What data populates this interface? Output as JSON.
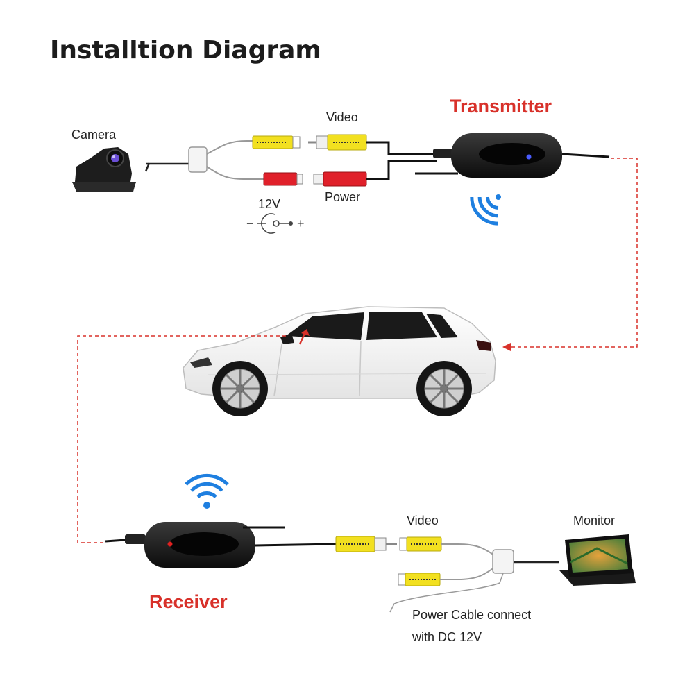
{
  "title": "Installtion Diagram",
  "labels": {
    "camera": "Camera",
    "video_top": "Video",
    "power": "Power",
    "voltage": "12V",
    "minus": "−",
    "plus": "+",
    "transmitter": "Transmitter",
    "receiver": "Receiver",
    "video_bottom": "Video",
    "monitor": "Monitor",
    "power_cable_line1": "Power Cable connect",
    "power_cable_line2": "with DC 12V"
  },
  "colors": {
    "accent_red": "#d8312a",
    "signal_blue": "#1e7fe0",
    "rca_yellow": "#f2e020",
    "dc_red": "#e0202a",
    "device_black": "#151515"
  },
  "icons": [
    "wifi-signal-icon",
    "camera-icon",
    "car-icon",
    "monitor-icon"
  ]
}
